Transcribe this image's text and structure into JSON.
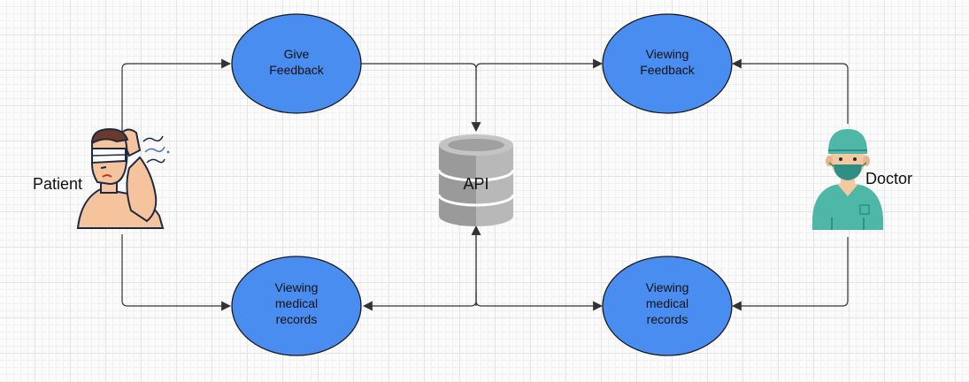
{
  "colors": {
    "node_fill": "#4a8df0",
    "node_stroke": "#1a1a1a",
    "edge": "#333333",
    "database": "#a9a9a9"
  },
  "actors": {
    "patient": {
      "label": "Patient",
      "icon": "patient-headache-icon"
    },
    "doctor": {
      "label": "Doctor",
      "icon": "doctor-surgeon-icon"
    }
  },
  "api": {
    "label": "API",
    "icon": "database-icon"
  },
  "nodes": {
    "give_feedback": {
      "line1": "Give",
      "line2": "Feedback"
    },
    "patient_viewing_records": {
      "line1": "Viewing",
      "line2": "medical",
      "line3": "records"
    },
    "viewing_feedback": {
      "line1": "Viewing",
      "line2": "Feedback"
    },
    "doctor_viewing_records": {
      "line1": "Viewing",
      "line2": "medical",
      "line3": "records"
    }
  }
}
